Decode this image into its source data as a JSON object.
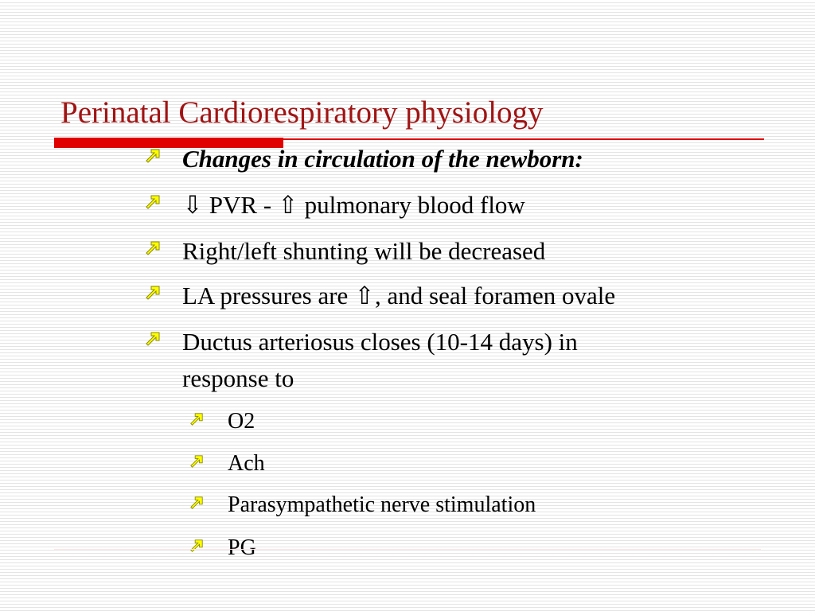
{
  "title": "Perinatal Cardiorespiratory physiology",
  "colors": {
    "title_text": "#a01414",
    "title_bar": "#e00000",
    "title_rule": "#e00000",
    "bullet_arrow": "#ffff00",
    "bullet_arrow_outline": "#8a8a00",
    "stripes": "#e4e4e4"
  },
  "bullet_icon": "arrow-up-right-icon",
  "bullets": [
    {
      "level": 1,
      "text": "Changes in circulation of the newborn:",
      "emphasis": "bold-italic"
    },
    {
      "level": 1,
      "text": " ⇩ PVR - ⇧ pulmonary blood flow"
    },
    {
      "level": 1,
      "text": " Right/left shunting will be decreased"
    },
    {
      "level": 1,
      "text": " LA pressures are ⇧, and seal foramen ovale"
    },
    {
      "level": 1,
      "text": " Ductus arteriosus closes (10-14 days) in",
      "continuation": "response to"
    },
    {
      "level": 2,
      "text": "O2"
    },
    {
      "level": 2,
      "text": "Ach"
    },
    {
      "level": 2,
      "text": "Parasympathetic nerve stimulation"
    },
    {
      "level": 2,
      "text": "PG"
    }
  ]
}
